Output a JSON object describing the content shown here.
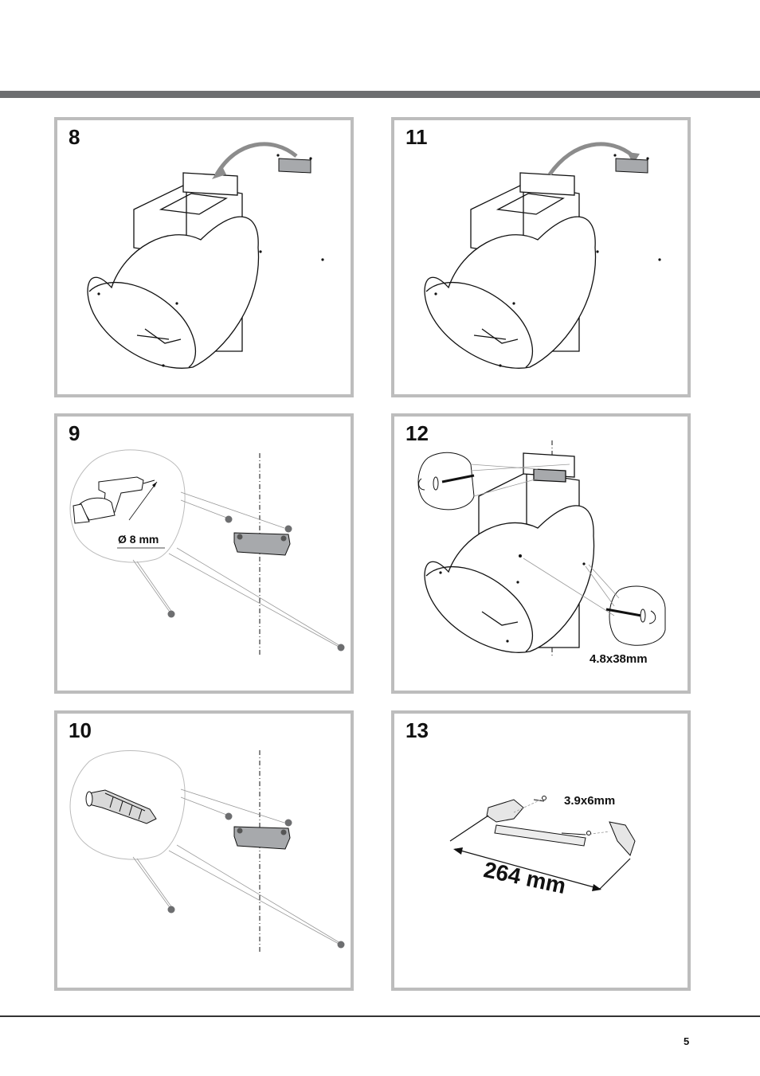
{
  "page": {
    "number": "5"
  },
  "steps": {
    "s8": {
      "number": "8"
    },
    "s9": {
      "number": "9",
      "drill_size": "Ø 8 mm"
    },
    "s10": {
      "number": "10"
    },
    "s11": {
      "number": "11"
    },
    "s12": {
      "number": "12",
      "screw_size": "4.8x38mm"
    },
    "s13": {
      "number": "13",
      "screw_size": "3.9x6mm",
      "length": "264 mm"
    }
  },
  "colors": {
    "bar": "#6d6e70",
    "panel_border": "#bdbdbd",
    "bracket": "#a7a9ac",
    "arrow": "#8c8c8c"
  }
}
